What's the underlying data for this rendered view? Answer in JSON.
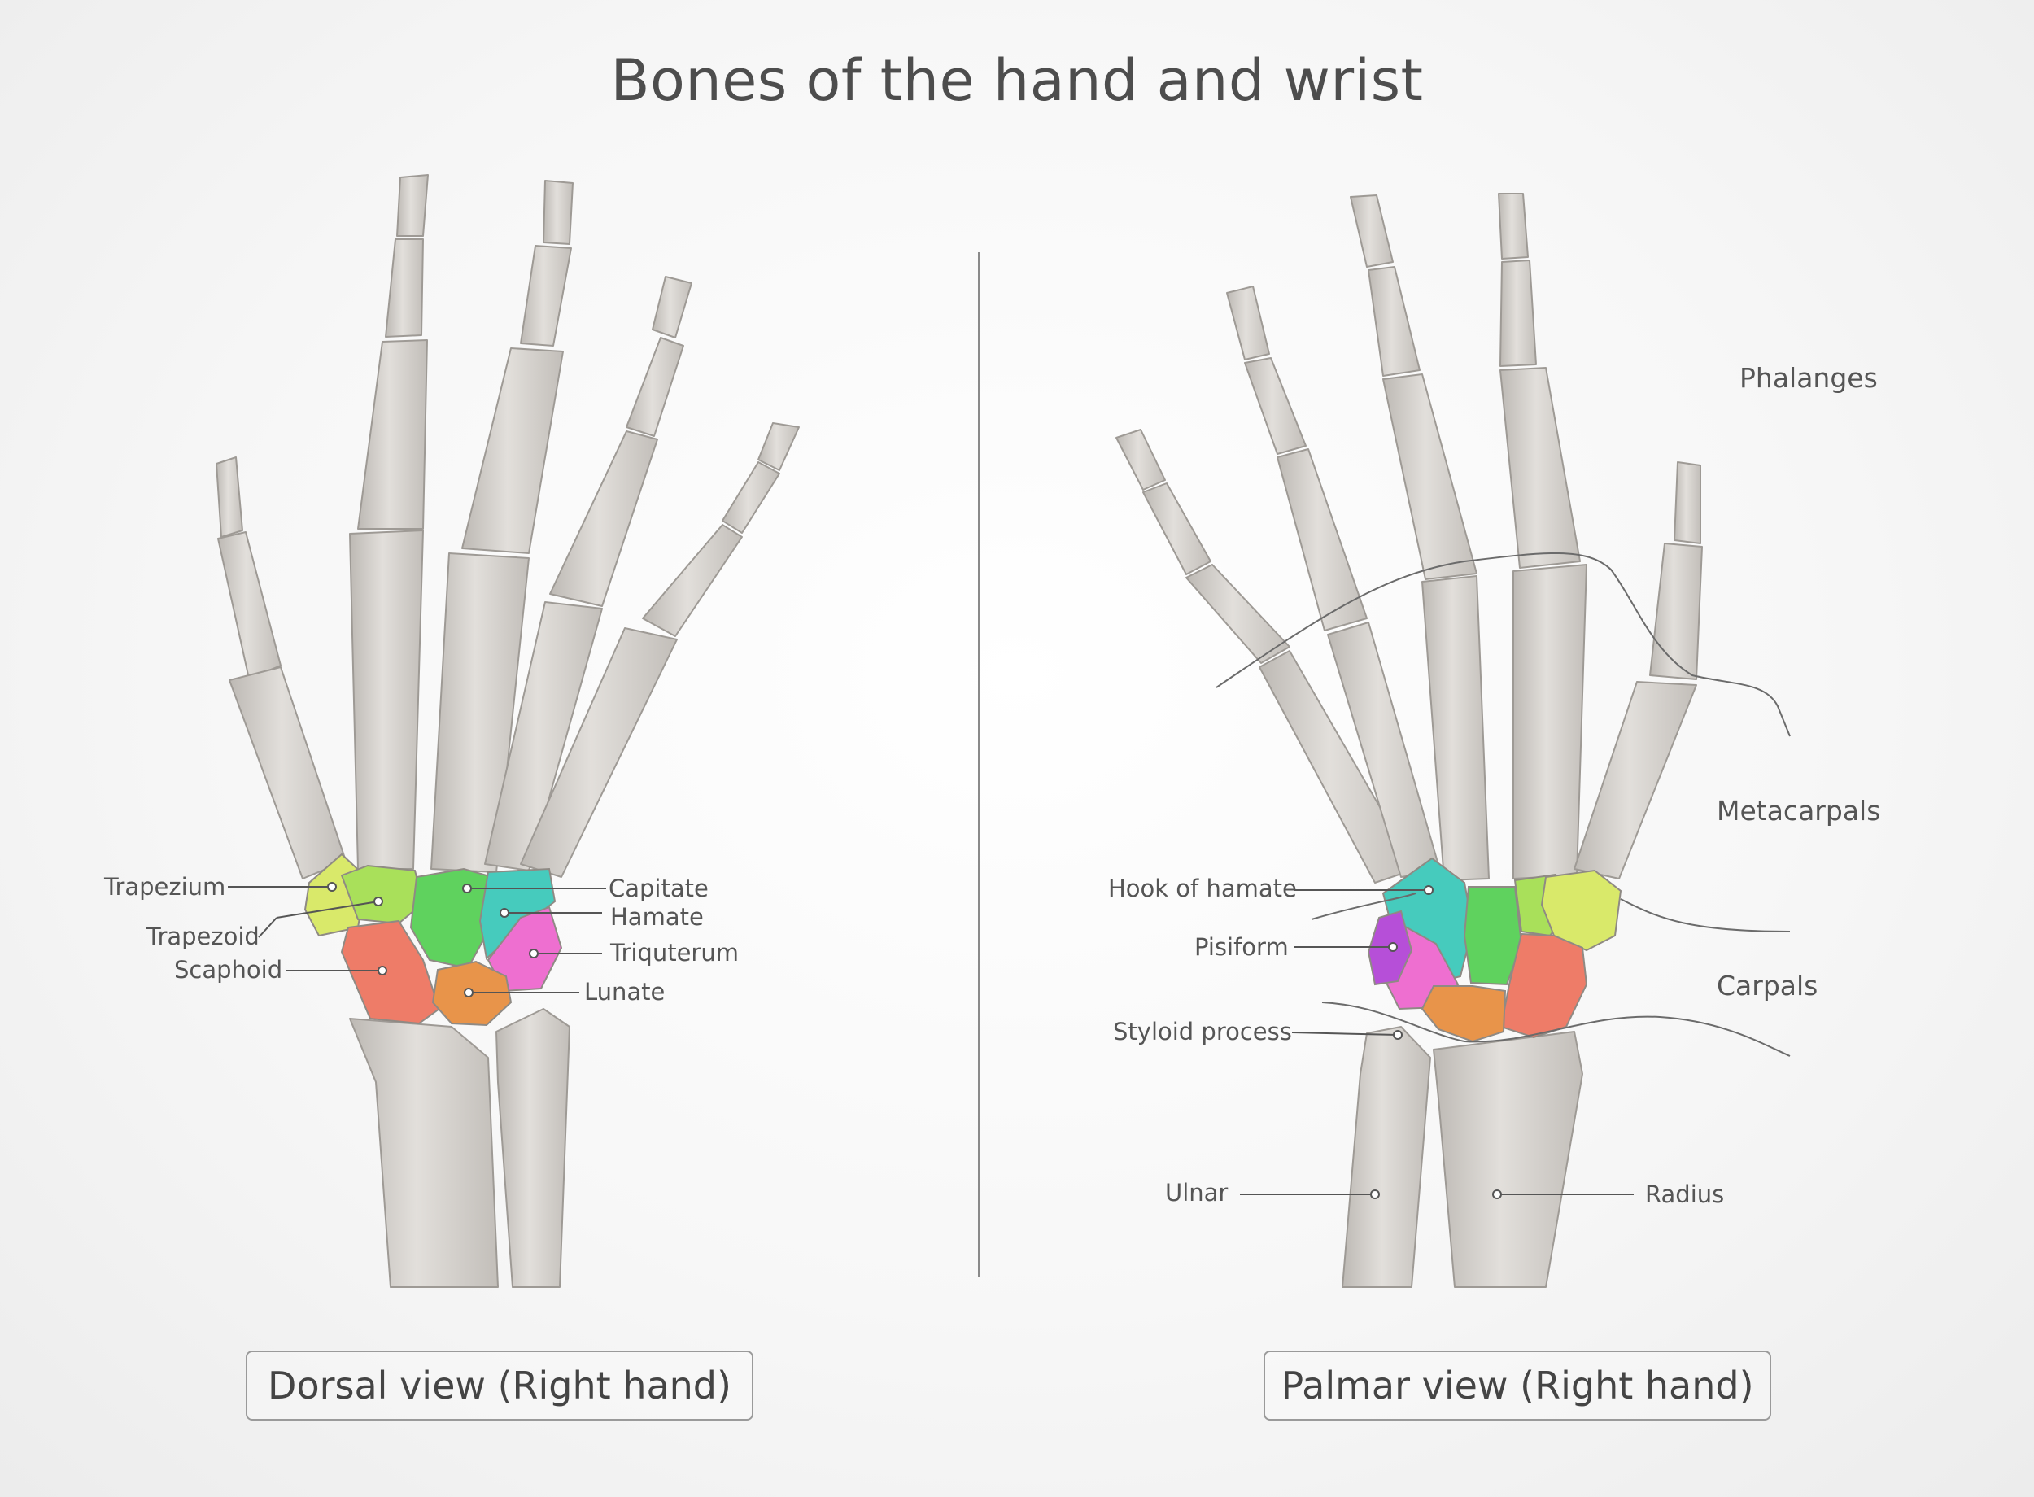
{
  "title": "Bones of the hand and wrist",
  "colors": {
    "bone": "#d6d3cf",
    "trapezium": "#d9e96a",
    "trapezoid": "#a9e05a",
    "scaphoid": "#ee7c68",
    "capitate": "#5fd25e",
    "hamate": "#46cbbd",
    "triquetrum": "#ee6fd0",
    "lunate": "#e8944a",
    "pisiform": "#b64fd8"
  },
  "dorsal_view": {
    "caption": "Dorsal view (Right hand)",
    "labels": {
      "trapezium": "Trapezium",
      "trapezoid": "Trapezoid",
      "scaphoid": "Scaphoid",
      "capitate": "Capitate",
      "hamate": "Hamate",
      "triquetrum": "Triquterum",
      "lunate": "Lunate"
    }
  },
  "palmar_view": {
    "caption": "Palmar view (Right hand)",
    "labels": {
      "hook_of_hamate": "Hook of hamate",
      "pisiform": "Pisiform",
      "styloid_process": "Styloid process",
      "ulnar": "Ulnar",
      "radius": "Radius"
    },
    "regions": {
      "phalanges": "Phalanges",
      "metacarpals": "Metacarpals",
      "carpals": "Carpals"
    }
  }
}
